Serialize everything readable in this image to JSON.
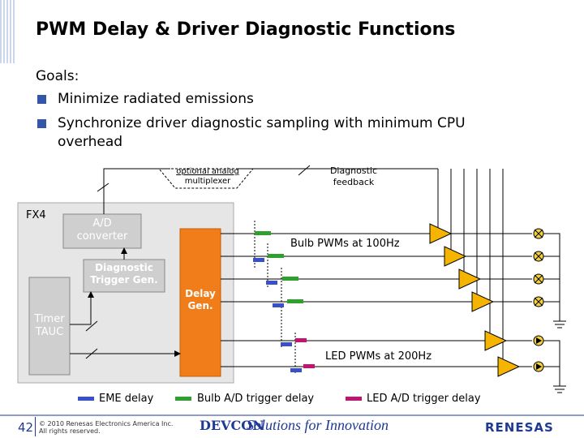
{
  "title": "PWM Delay & Driver Diagnostic Functions",
  "goals_heading": "Goals:",
  "bullets": [
    "Minimize radiated emissions",
    "Synchronize driver diagnostic sampling with minimum CPU",
    "overhead"
  ],
  "diagram": {
    "mux_label_line1": "optional analog",
    "mux_label_line2": "multiplexer",
    "feedback_line1": "Diagnostic",
    "feedback_line2": "feedback",
    "fx4": "FX4",
    "adc_line1": "A/D",
    "adc_line2": "converter",
    "diag_line1": "Diagnostic",
    "diag_line2": "Trigger Gen.",
    "timer_line1": "Timer",
    "timer_line2": "TAUC",
    "delay_line1": "Delay",
    "delay_line2": "Gen.",
    "bulb_label": "Bulb PWMs at 100Hz",
    "led_label": "LED PWMs at 200Hz"
  },
  "legend": [
    {
      "label": "EME delay",
      "color": "#3a50c8"
    },
    {
      "label": "Bulb A/D trigger delay",
      "color": "#2ea02e"
    },
    {
      "label": "LED A/D trigger delay",
      "color": "#c0146e"
    }
  ],
  "colors": {
    "delay_block": "#f07d1a",
    "driver_triangle": "#f4b400",
    "block_gray": "#cfcfcf",
    "brand_blue": "#1f3a93"
  },
  "footer": {
    "page_number": "42",
    "copyright_line1": "© 2010 Renesas Electronics America Inc.",
    "copyright_line2": "All rights reserved.",
    "logo": "DEVCON",
    "slogan": "Solutions for Innovation",
    "brand": "RENESAS"
  }
}
